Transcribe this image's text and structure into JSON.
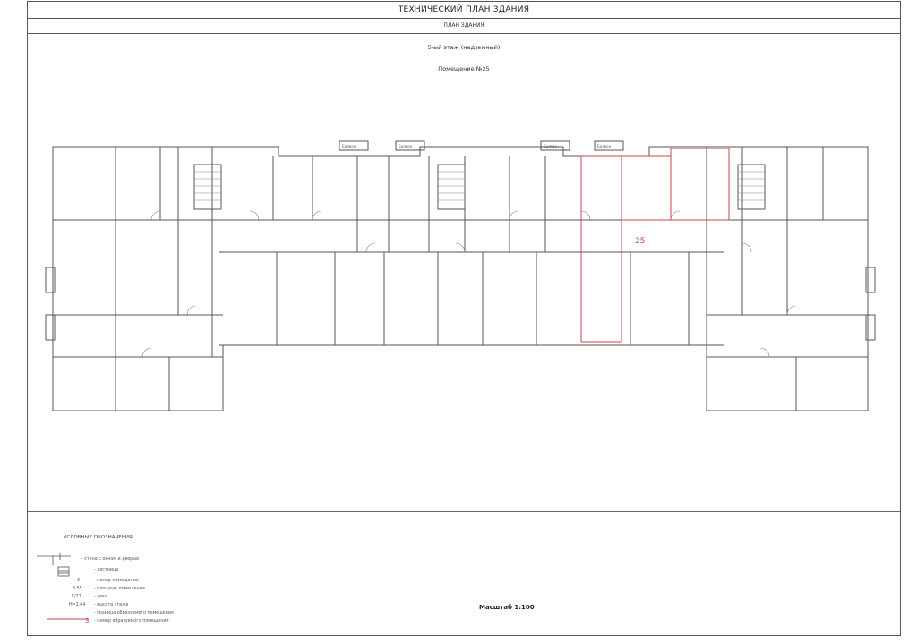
{
  "header": {
    "title": "ТЕХНИЧЕСКИЙ ПЛАН ЗДАНИЯ",
    "subtitle": "ПЛАН ЗДАНИЯ"
  },
  "plan": {
    "floor": "5-ый этаж (надземный)",
    "room": "Помещение №25",
    "highlight_number": "25",
    "balcony_label": "Балкон"
  },
  "legend": {
    "title": "УСЛОВНЫЕ ОБОЗНАЧЕНИЯ:",
    "wall": "- стена с окном и дверью",
    "stairs": "- лестница",
    "room_number": "- номер помещения",
    "room_area": "- площадь помещения",
    "arch": "- арка",
    "height": "- высота этажа",
    "boundary": "- граница образуемого помещения",
    "formed_number": "- номер образуемого помещения",
    "sample_number": "3",
    "sample_area": "8.55",
    "sample_arch": "Г/77",
    "sample_height": "H=2.64",
    "sample_formed": "3"
  },
  "footer": {
    "scale": "Масштаб 1:100"
  },
  "colors": {
    "line": "#555555",
    "highlight": "#c8484e"
  }
}
